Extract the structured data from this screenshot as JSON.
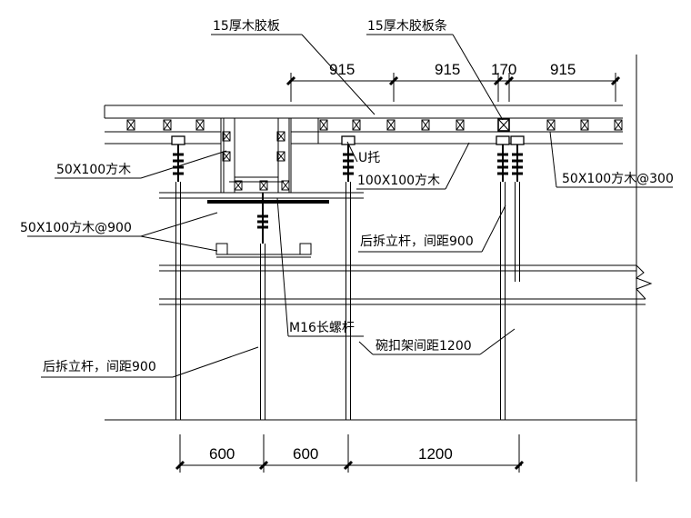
{
  "drawing": {
    "labels": {
      "plywood": "15厚木胶板",
      "plywood_strip": "15厚木胶板条",
      "u_support": "U托",
      "timber_100x100": "100X100方木",
      "timber_50x100_left": "50X100方木",
      "timber_50x100_900": "50X100方木@900",
      "timber_50x100_300": "50X100方木@300",
      "post_removal_upper": "后拆立杆，间距900",
      "post_removal_lower": "后拆立杆，间距900",
      "m16_bolt": "M16长螺杆",
      "cuplock_spacing": "碗扣架间距1200"
    },
    "top_dimensions": [
      "915",
      "915",
      "170",
      "915"
    ],
    "bottom_dimensions": [
      "600",
      "600",
      "1200"
    ]
  }
}
